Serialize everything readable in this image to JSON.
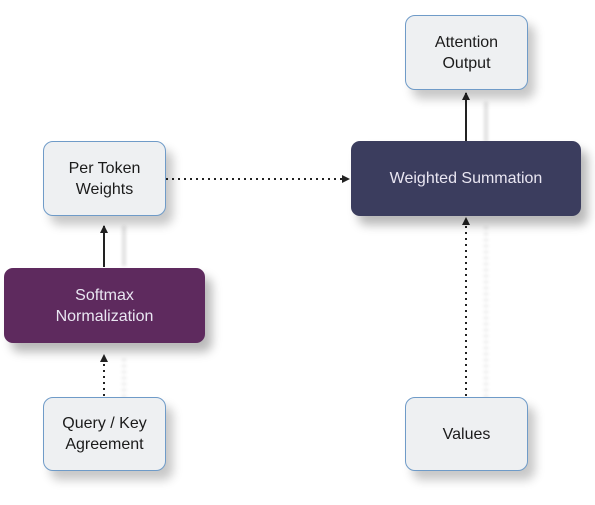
{
  "diagram": {
    "nodes": {
      "attention_output": {
        "label": "Attention\nOutput",
        "color": "#eef0f2"
      },
      "per_token_weights": {
        "label": "Per Token\nWeights",
        "color": "#eef0f2"
      },
      "weighted_summation": {
        "label": "Weighted Summation",
        "color": "#3b3d5e"
      },
      "softmax_normalization": {
        "label": "Softmax\nNormalization",
        "color": "#5e2a5e"
      },
      "query_key_agreement": {
        "label": "Query / Key\nAgreement",
        "color": "#eef0f2"
      },
      "values": {
        "label": "Values",
        "color": "#eef0f2"
      }
    },
    "edges": [
      {
        "from": "query_key_agreement",
        "to": "softmax_normalization",
        "style": "dotted"
      },
      {
        "from": "softmax_normalization",
        "to": "per_token_weights",
        "style": "solid"
      },
      {
        "from": "per_token_weights",
        "to": "weighted_summation",
        "style": "dotted"
      },
      {
        "from": "values",
        "to": "weighted_summation",
        "style": "dotted"
      },
      {
        "from": "weighted_summation",
        "to": "attention_output",
        "style": "solid"
      }
    ],
    "colors": {
      "node_border": "#6f9bc8",
      "edge": "#222222"
    }
  }
}
